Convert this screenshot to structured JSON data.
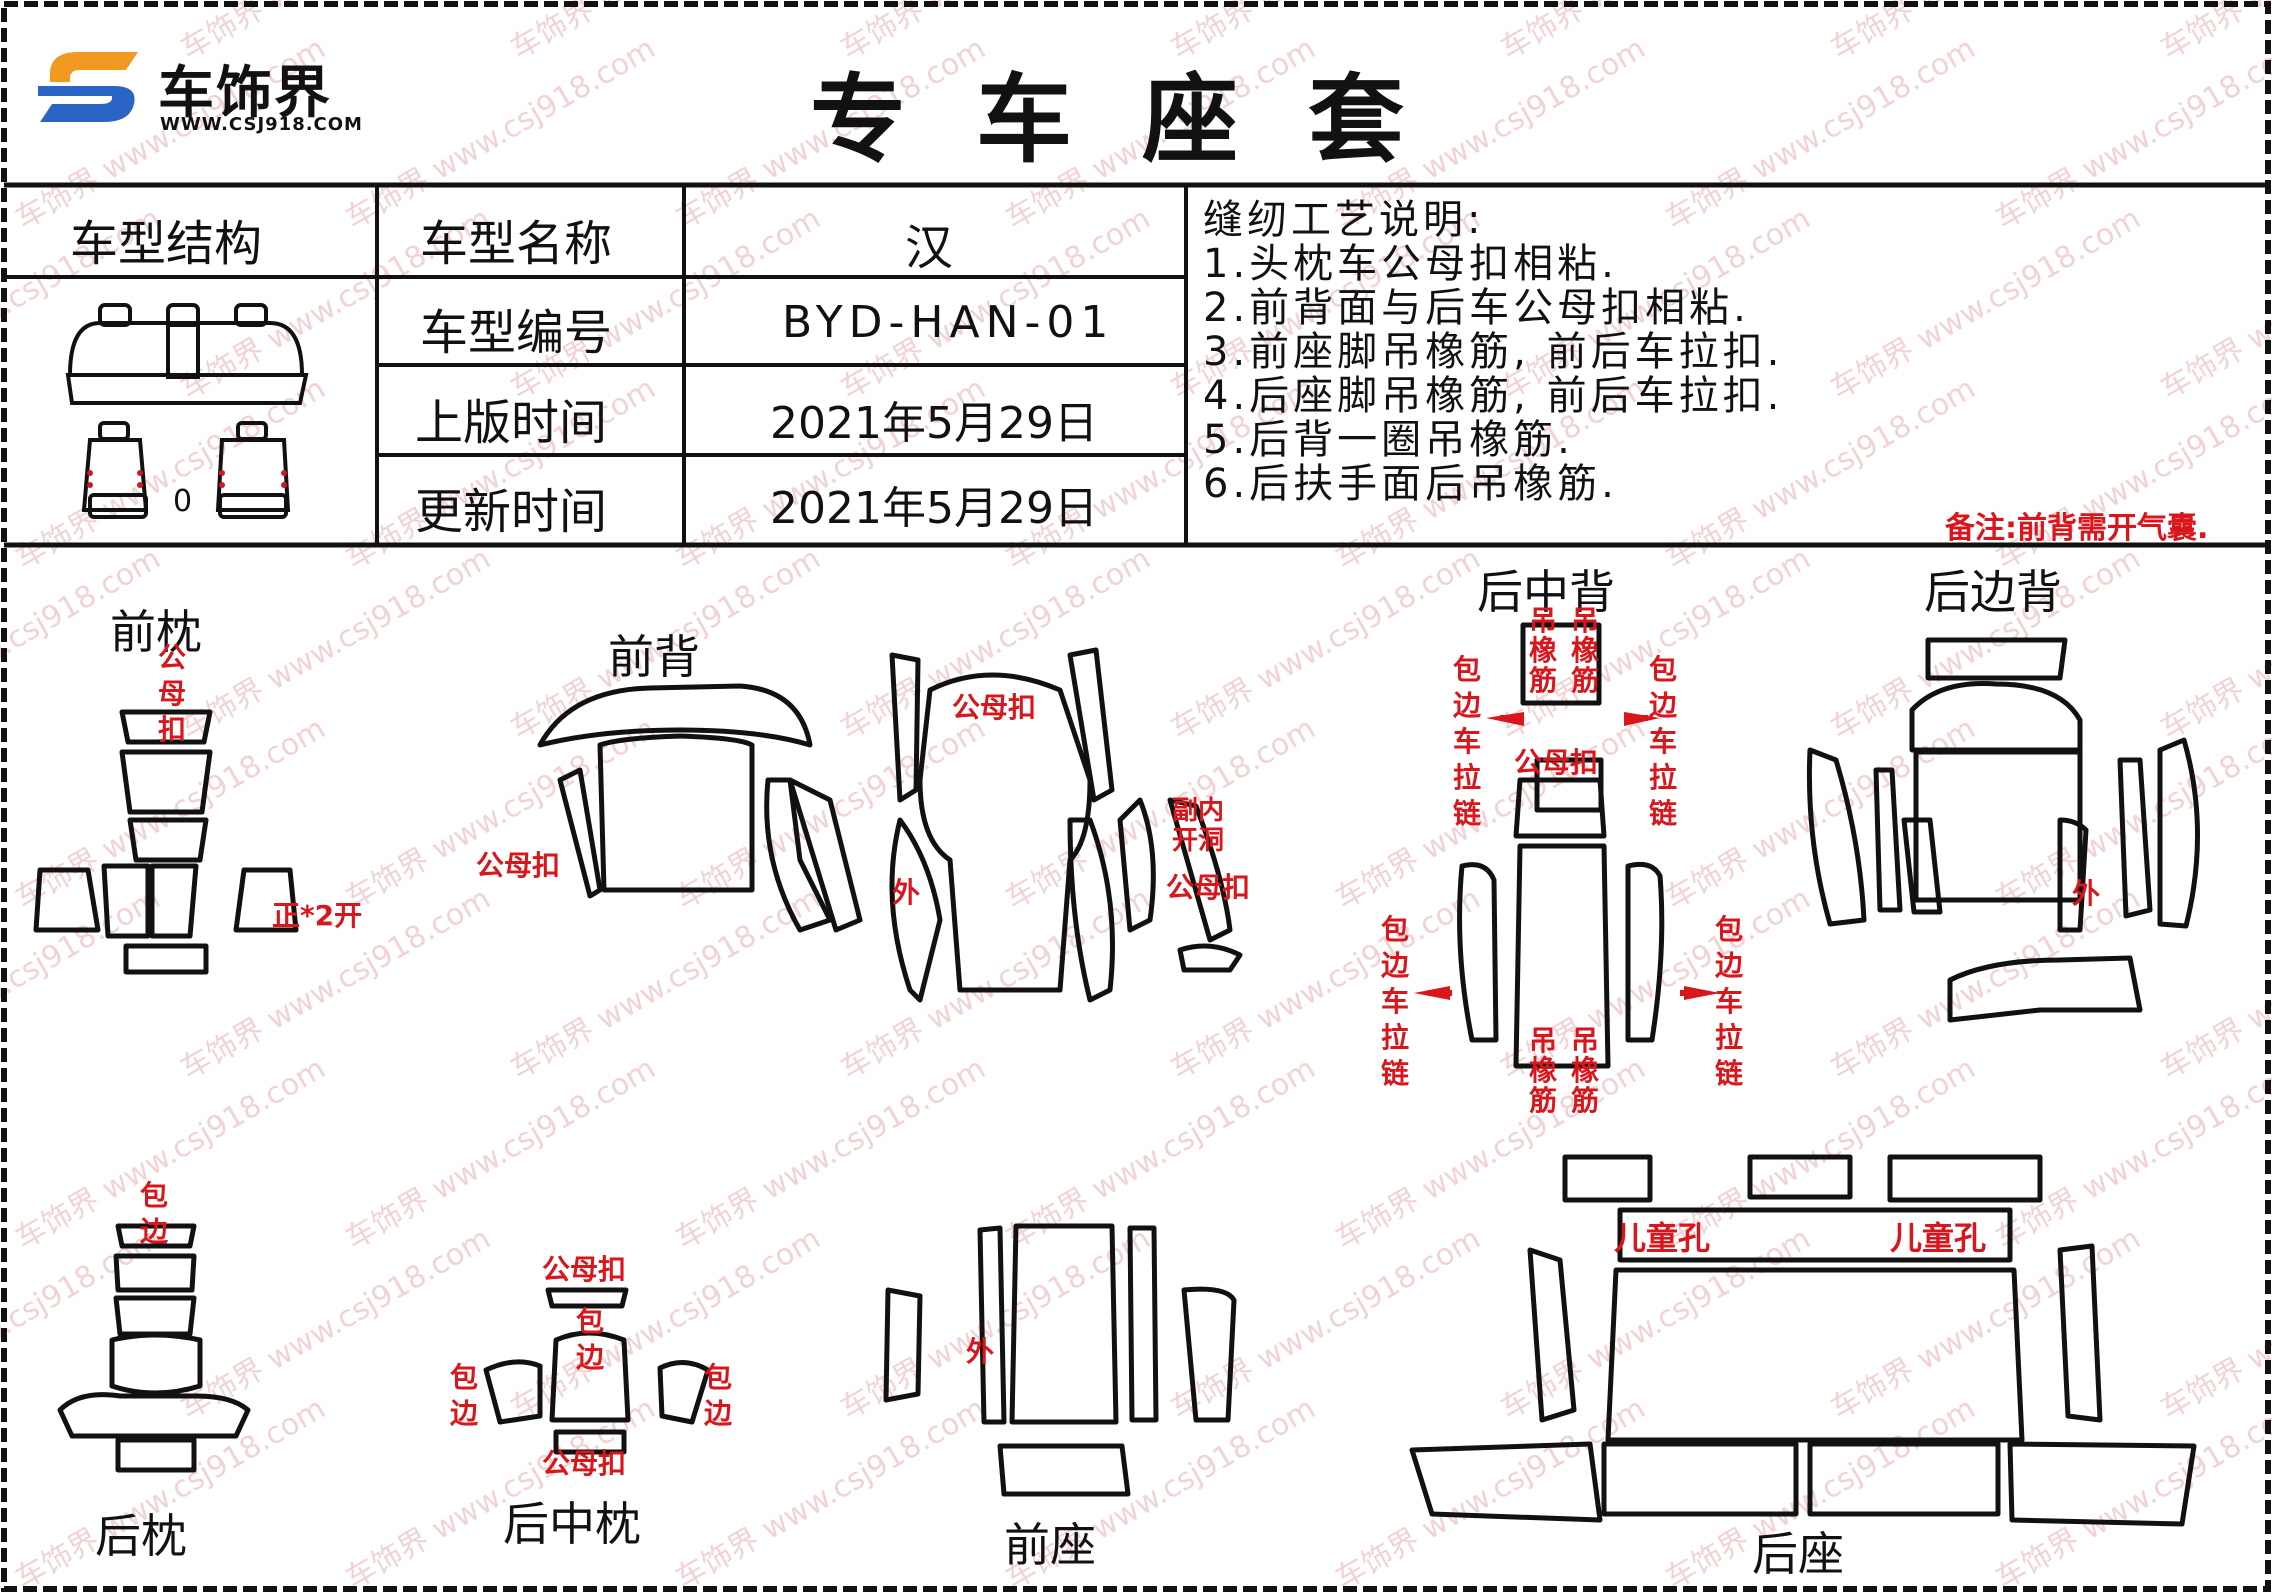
{
  "header": {
    "logo_name": "车饰界",
    "logo_url": "WWW.CSJ918.COM",
    "title": "专车座套"
  },
  "info_table": {
    "structure_header": "车型结构",
    "rows": [
      {
        "label": "车型名称",
        "value": "汉"
      },
      {
        "label": "车型编号",
        "value": "BYD-HAN-01"
      },
      {
        "label": "上版时间",
        "value": "2021年5月29日"
      },
      {
        "label": "更新时间",
        "value": "2021年5月29日"
      }
    ],
    "seat_icon_label": "0"
  },
  "instructions": {
    "title": "缝纫工艺说明:",
    "items": [
      "1.头枕车公母扣相粘.",
      "2.前背面与后车公母扣相粘.",
      "3.前座脚吊橡筋, 前后车拉扣.",
      "4.后座脚吊橡筋, 前后车拉扣.",
      "5.后背一圈吊橡筋.",
      "6.后扶手面后吊橡筋."
    ],
    "note": "备注:前背需开气囊."
  },
  "sections": {
    "front_headrest": "前枕",
    "front_back": "前背",
    "rear_center_back": "后中背",
    "rear_side_back": "后边背",
    "rear_headrest": "后枕",
    "rear_center_headrest": "后中枕",
    "front_seat": "前座",
    "rear_seat": "后座"
  },
  "annotations": {
    "gongmukou": "公母扣",
    "zheng2kai": "正*2开",
    "fuyin_kaidong": "副内开洞",
    "wai": "外",
    "baobian_chelalian": "包边车拉链",
    "diao_xiangjin": "吊橡筋",
    "baobian": "包边",
    "ertong_kong": "儿童孔"
  },
  "watermark": {
    "text": "车饰界 www.csj918.com"
  },
  "colors": {
    "text": "#111111",
    "annotation": "#d9161c",
    "watermark": "#e6b0b0",
    "logo_orange": "#f29a1f",
    "logo_blue": "#2a64c5"
  }
}
